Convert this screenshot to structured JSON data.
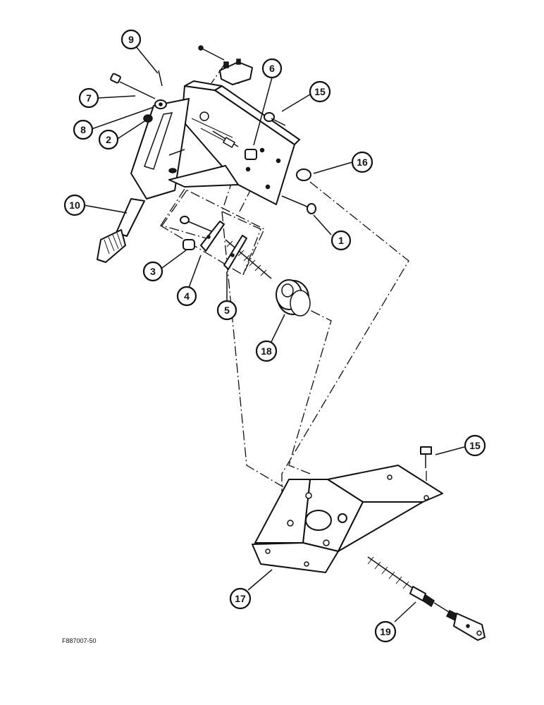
{
  "diagram": {
    "drawing_id": "F887007-50",
    "callouts": [
      {
        "id": "1",
        "label": "1"
      },
      {
        "id": "2",
        "label": "2"
      },
      {
        "id": "3",
        "label": "3"
      },
      {
        "id": "4",
        "label": "4"
      },
      {
        "id": "5",
        "label": "5"
      },
      {
        "id": "6",
        "label": "6"
      },
      {
        "id": "7",
        "label": "7"
      },
      {
        "id": "8",
        "label": "8"
      },
      {
        "id": "9",
        "label": "9"
      },
      {
        "id": "10",
        "label": "10"
      },
      {
        "id": "15a",
        "label": "15"
      },
      {
        "id": "15b",
        "label": "15"
      },
      {
        "id": "16",
        "label": "16"
      },
      {
        "id": "17",
        "label": "17"
      },
      {
        "id": "18",
        "label": "18"
      },
      {
        "id": "19",
        "label": "19"
      }
    ]
  }
}
